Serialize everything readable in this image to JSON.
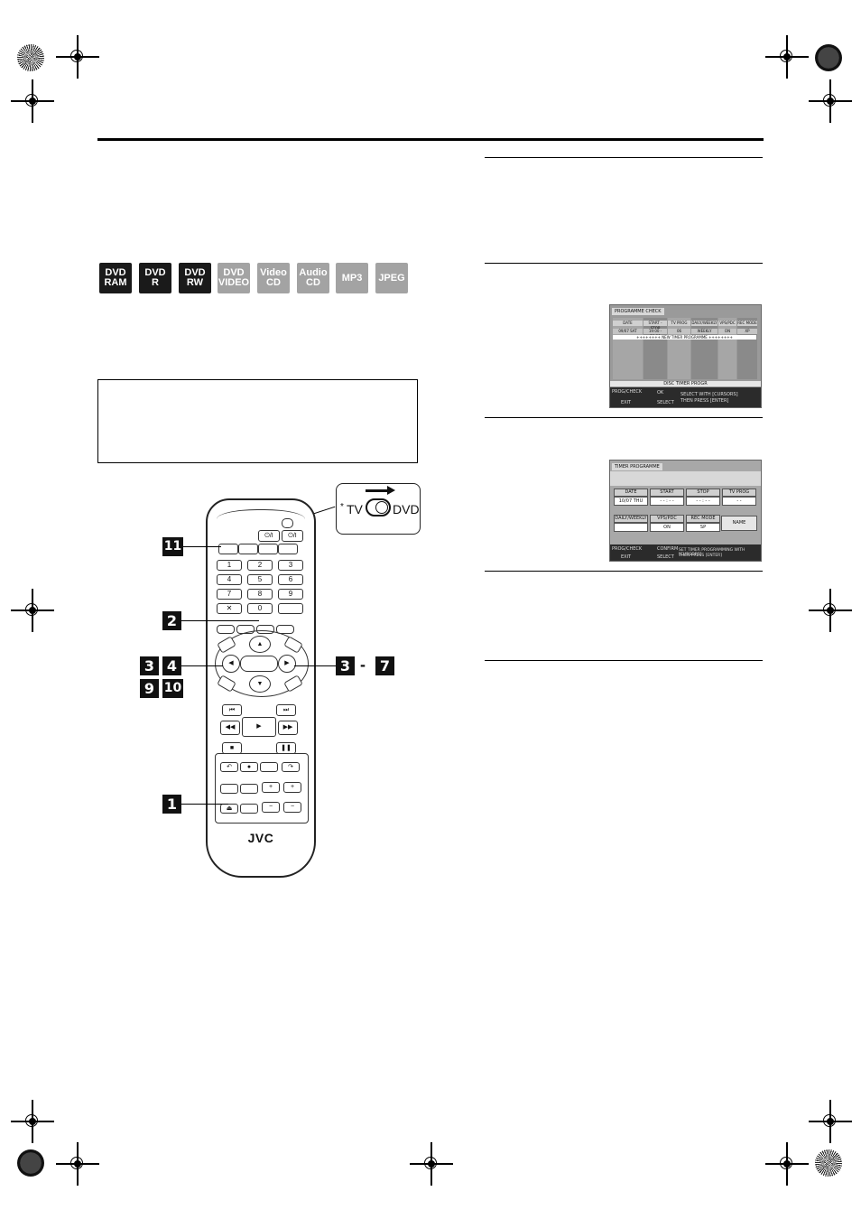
{
  "disc_icons": [
    {
      "label": "DVD\nRAM",
      "active": true
    },
    {
      "label": "DVD\nR",
      "active": true
    },
    {
      "label": "DVD\nRW",
      "active": true
    },
    {
      "label": "DVD\nVIDEO",
      "active": false
    },
    {
      "label": "Video\nCD",
      "active": false
    },
    {
      "label": "Audio\nCD",
      "active": false
    },
    {
      "label": "MP3",
      "active": false
    },
    {
      "label": "JPEG",
      "active": false
    }
  ],
  "programme_check": {
    "title": "PROGRAMME CHECK",
    "headers": [
      "DATE",
      "START - STOP",
      "TV PROG",
      "DAILY/WEEKLY",
      "VPS/PDC",
      "REC MODE"
    ],
    "row": [
      "09/07 SAT",
      "19:00 - 20:00",
      "06",
      "WEEKLY",
      "ON",
      "XP"
    ],
    "new_row": "NEW TIMER PROGRAMME",
    "footer_label": "DISC TIMER PROGR",
    "keys_left": "PROG/CHECK",
    "keys_exit": "EXIT",
    "keys_ok": "OK",
    "keys_select": "SELECT",
    "hint_line1": "SELECT WITH [CURSORS]",
    "hint_line2": "THEN PRESS [ENTER]"
  },
  "timer_programme": {
    "title": "TIMER PROGRAMME",
    "top_labels": [
      "DATE",
      "START",
      "STOP",
      "TV PROG"
    ],
    "top_values": [
      "10/07 THU",
      "- - : - -",
      "- - : - -",
      "- -"
    ],
    "bottom_labels": [
      "DAILY/WEEKLY",
      "VPS/PDC",
      "REC MODE"
    ],
    "bottom_values": [
      "",
      "ON",
      "SP"
    ],
    "name_label": "NAME",
    "keys_left": "PROG/CHECK",
    "keys_exit": "EXIT",
    "keys_confirm": "CONFIRM",
    "keys_select": "SELECT",
    "hint_line1": "SET TIMER PROGRAMMING WITH [CURSORS]",
    "hint_line2": "THEN PRESS [ENTER]"
  },
  "remote": {
    "switch_tv": "TV",
    "switch_dvd": "DVD",
    "switch_mark": "*",
    "brand": "JVC",
    "digits": [
      "1",
      "2",
      "3",
      "4",
      "5",
      "6",
      "7",
      "8",
      "9",
      "0"
    ],
    "power_label": "⏻/I"
  },
  "steps": {
    "s11": "11",
    "s2": "2",
    "s3": "3",
    "s4": "4",
    "s9": "9",
    "s10": "10",
    "s3b": "3",
    "dash": "-",
    "s7": "7",
    "s1": "1"
  }
}
